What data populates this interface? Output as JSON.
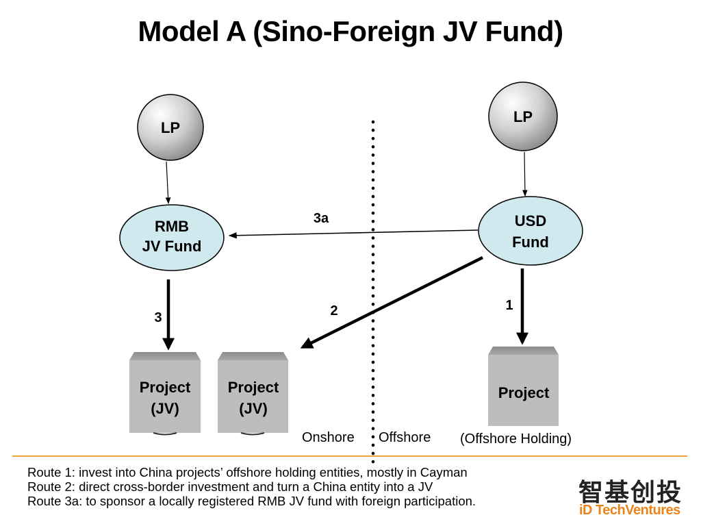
{
  "title": "Model A (Sino-Foreign JV Fund)",
  "nodes": {
    "lp_left": "LP",
    "lp_right": "LP",
    "rmb_fund_line1": "RMB",
    "rmb_fund_line2": "JV Fund",
    "usd_fund_line1": "USD",
    "usd_fund_line2": "Fund",
    "project_jv_1_line1": "Project",
    "project_jv_1_line2": "(JV)",
    "project_jv_2_line1": "Project",
    "project_jv_2_line2": "(JV)",
    "project_offshore": "Project"
  },
  "edges": {
    "route_1": "1",
    "route_2": "2",
    "route_3": "3",
    "route_3a": "3a"
  },
  "regions": {
    "onshore": "Onshore",
    "offshore": "Offshore",
    "offshore_holding": "(Offshore Holding)"
  },
  "routes_text": [
    "Route 1: invest into China projects’ offshore holding entities, mostly in Cayman",
    "Route 2: direct cross-border investment and turn a China entity into a JV",
    "Route 3a: to sponsor a locally registered RMB JV fund with foreign participation."
  ],
  "logo": {
    "chinese": "智基创投",
    "english": "iD TechVentures"
  },
  "colors": {
    "fund_fill": "#cfe9ef",
    "lp_fill": "#c8c8c8",
    "project_fill": "#bdbdbd",
    "divider": "#e8a33a",
    "logo_orange": "#e8841a"
  }
}
